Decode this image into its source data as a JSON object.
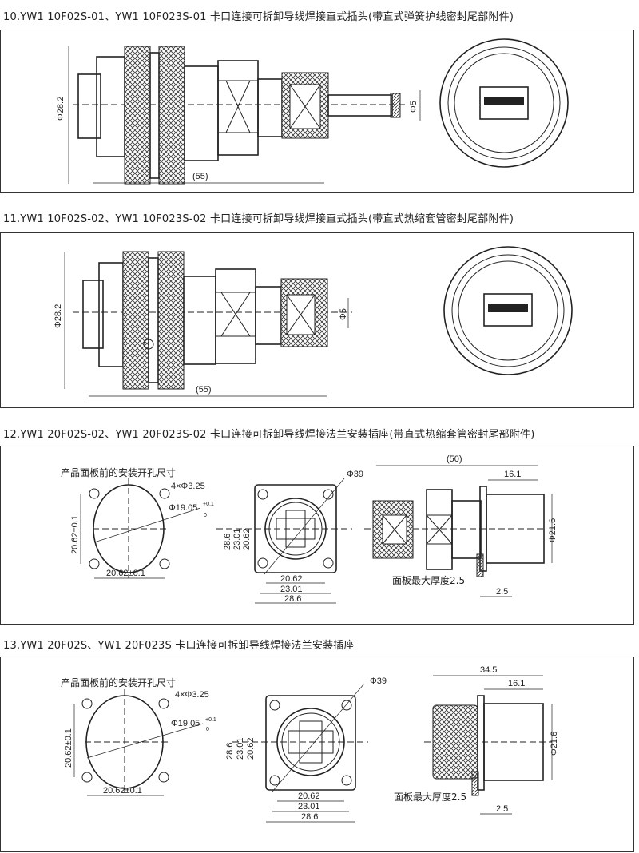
{
  "sections": [
    {
      "title": "10.YW1 10F02S-01、YW1 10F023S-01 卡口连接可拆卸导线焊接直式插头(带直式弹簧护线密封尾部附件)",
      "dims": {
        "diameter": "Φ28.2",
        "wire": "Φ5",
        "length": "(55)"
      }
    },
    {
      "title": "11.YW1 10F02S-02、YW1 10F023S-02 卡口连接可拆卸导线焊接直式插头(带直式热缩套管密封尾部附件)",
      "dims": {
        "diameter": "Φ28.2",
        "wire": "Φ5",
        "length": "(55)"
      }
    },
    {
      "title": "12.YW1 20F02S-02、YW1 20F023S-02 卡口连接可拆卸导线焊接法兰安装插座(带直式热缩套管密封尾部附件)",
      "cutout_label": "产品面板前的安装开孔尺寸",
      "dims": {
        "holes": "4×Φ3.25",
        "bore": "Φ19.05",
        "tol_up": "+0.1",
        "tol_low": "0",
        "spacing_v": "20.62±0.1",
        "spacing_h": "20.62±0.1",
        "flange": "Φ39",
        "w1": "20.62",
        "w2": "23.01",
        "w3": "28.6",
        "h1": "28.6",
        "h2": "23.01",
        "h3": "20.62",
        "length": "(50)",
        "rear": "16.1",
        "body": "Φ21.6",
        "panel": "面板最大厚度2.5",
        "thick": "2.5"
      }
    },
    {
      "title": "13.YW1 20F02S、YW1 20F023S 卡口连接可拆卸导线焊接法兰安装插座",
      "cutout_label": "产品面板前的安装开孔尺寸",
      "dims": {
        "holes": "4×Φ3.25",
        "bore": "Φ19.05",
        "tol_up": "+0.1",
        "tol_low": "0",
        "spacing_v": "20.62±0.1",
        "spacing_h": "20.62±0.1",
        "flange": "Φ39",
        "w1": "20.62",
        "w2": "23.01",
        "w3": "28.6",
        "h1": "28.6",
        "h2": "23.01",
        "h3": "20.62",
        "length": "34.5",
        "rear": "16.1",
        "body": "Φ21.6",
        "panel": "面板最大厚度2.5",
        "thick": "2.5"
      }
    }
  ]
}
